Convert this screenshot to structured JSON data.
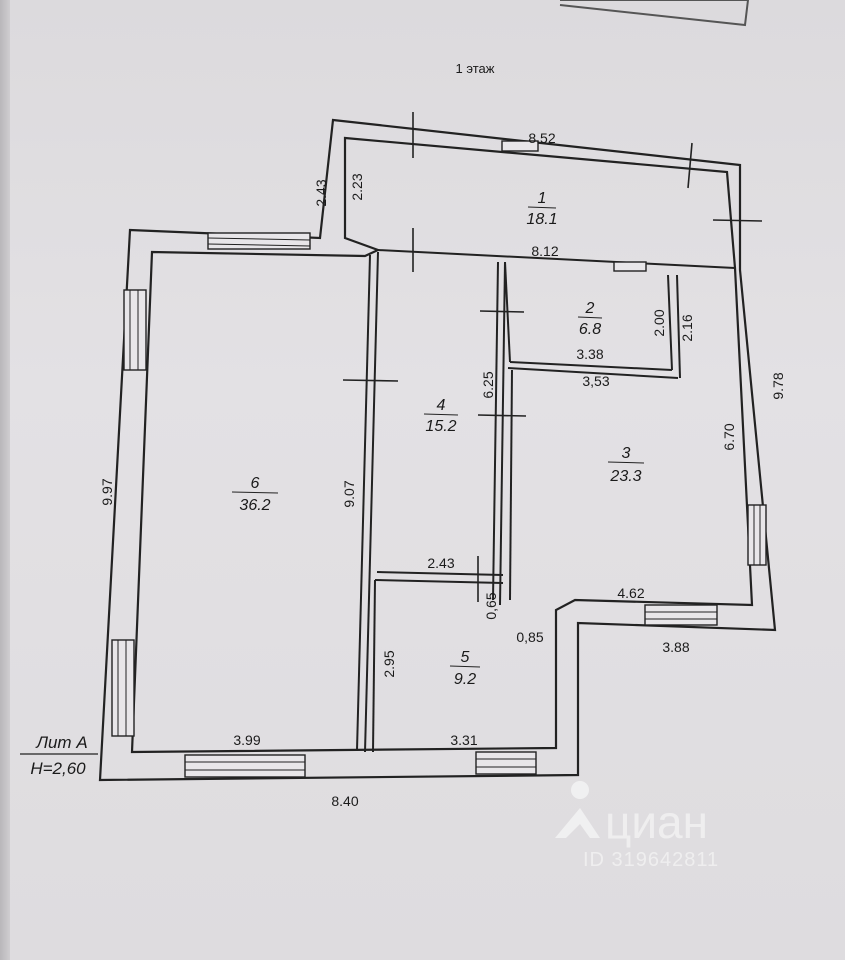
{
  "floor_title": "1 этаж",
  "litera": {
    "line1": "Лит А",
    "line2": "H=2,60"
  },
  "rooms": [
    {
      "num": "1",
      "area": "18.1"
    },
    {
      "num": "2",
      "area": "6.8"
    },
    {
      "num": "3",
      "area": "23.3"
    },
    {
      "num": "4",
      "area": "15.2"
    },
    {
      "num": "5",
      "area": "9.2"
    },
    {
      "num": "6",
      "area": "36.2"
    }
  ],
  "dimensions": {
    "top_outer": "8.52",
    "corridor_inner": "8.12",
    "left_top_outer": "2.43",
    "left_top_inner": "2.23",
    "room2_height": "2.00",
    "room2_outer": "2.16",
    "room2_width": "3.38",
    "room3_top": "3,53",
    "right_outer": "9.78",
    "room3_height": "6.70",
    "room4_height": "6.25",
    "room6_height": "9.07",
    "left_outer": "9.97",
    "room4_width": "2.43",
    "step_small": "0,65",
    "step_085": "0,85",
    "room3_width": "4.62",
    "right_bottom_outer": "3.88",
    "room5_height": "2.95",
    "room6_width": "3.99",
    "room5_width": "3.31",
    "bottom_outer": "8.40"
  },
  "watermark": {
    "logo": "циан",
    "id": "ID 319642811"
  }
}
